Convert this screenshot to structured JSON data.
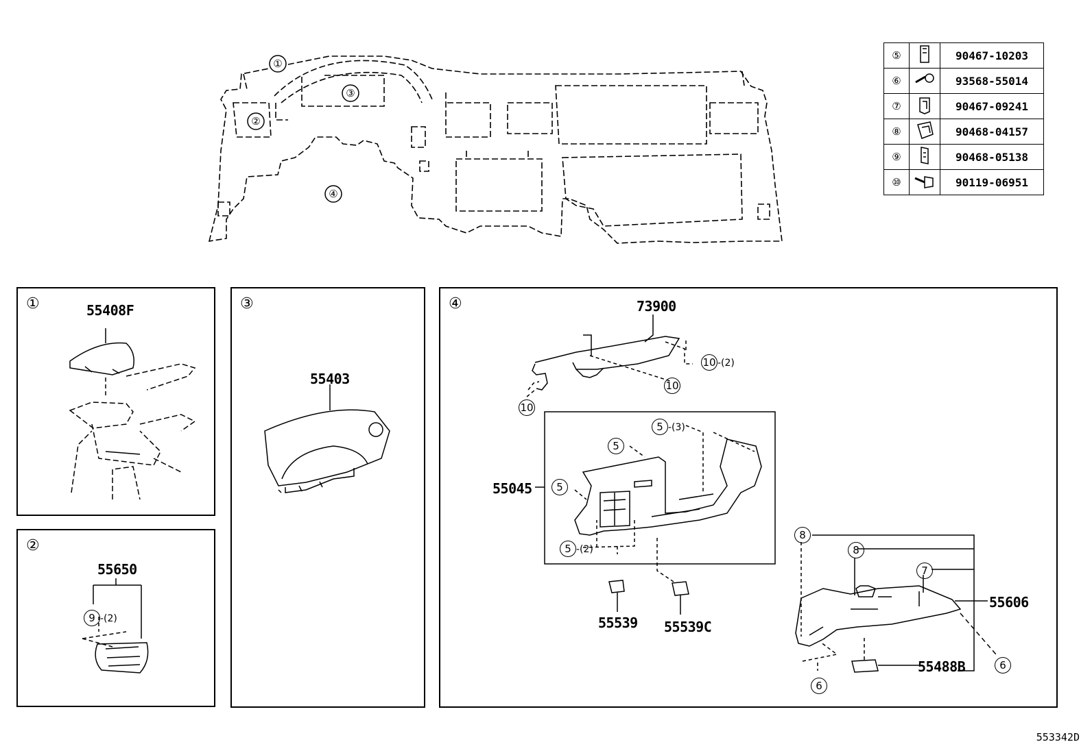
{
  "overview": {
    "callouts": [
      "①",
      "②",
      "③",
      "④"
    ]
  },
  "reference_table": [
    {
      "index": "⑤",
      "icon": "clip-icon",
      "part": "90467-10203"
    },
    {
      "index": "⑥",
      "icon": "screw-icon",
      "part": "93568-55014"
    },
    {
      "index": "⑦",
      "icon": "clip-icon",
      "part": "90467-09241"
    },
    {
      "index": "⑧",
      "icon": "clip-icon",
      "part": "90468-04157"
    },
    {
      "index": "⑨",
      "icon": "clip-icon",
      "part": "90468-05138"
    },
    {
      "index": "⑩",
      "icon": "bolt-icon",
      "part": "90119-06951"
    }
  ],
  "panel1": {
    "index": "①",
    "part": "55408F"
  },
  "panel2": {
    "index": "②",
    "part": "55650",
    "fastener": "9",
    "qty": "-(2)"
  },
  "panel3": {
    "index": "③",
    "part": "55403"
  },
  "panel4": {
    "index": "④",
    "parts": {
      "p73900": "73900",
      "p55045": "55045",
      "p55539": "55539",
      "p55539C": "55539C",
      "p55606": "55606",
      "p55488B": "55488B"
    },
    "fasteners": {
      "f10a": "10",
      "f10a_qty": "-(2)",
      "f10b": "10",
      "f10c": "10",
      "f5a": "5",
      "f5a_qty": "-(3)",
      "f5b": "5",
      "f5c": "5",
      "f5d": "5",
      "f5d_qty": "-(2)",
      "f8a": "8",
      "f8b": "8",
      "f7": "7",
      "f6a": "6",
      "f6b": "6"
    }
  },
  "diagram_code": "553342D"
}
